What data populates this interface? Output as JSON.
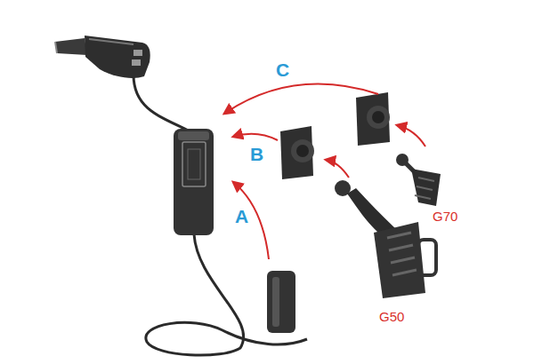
{
  "diagram": {
    "labels": [
      "C",
      "B",
      "A",
      "G70",
      "G50"
    ]
  }
}
